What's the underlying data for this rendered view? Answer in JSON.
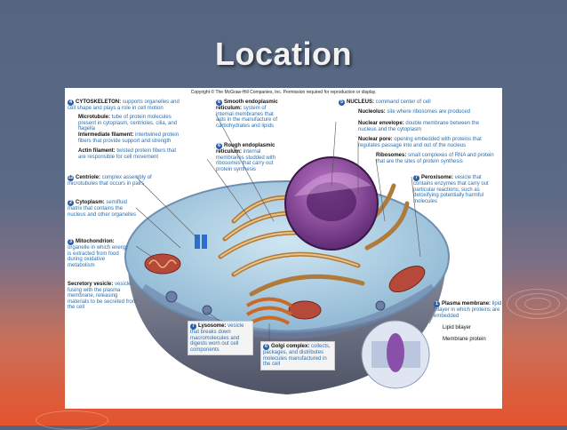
{
  "slide": {
    "title": "Location"
  },
  "figure": {
    "copyright": "Copyright © The McGraw-Hill Companies, Inc. Permission required for reproduction or display.",
    "labels": [
      {
        "id": "cytoskeleton",
        "num": "4",
        "name": "CYTOSKELETON:",
        "desc": "supports organelles and cell shape and plays a role in cell motion"
      },
      {
        "id": "microtubule",
        "num": "",
        "name": "Microtubule:",
        "desc": "tube of protein molecules present in cytoplasm, centrioles, cilia, and flagella"
      },
      {
        "id": "intermediate-filament",
        "num": "",
        "name": "Intermediate filament:",
        "desc": "intertwined protein fibers that provide support and strength"
      },
      {
        "id": "actin-filament",
        "num": "",
        "name": "Actin filament:",
        "desc": "twisted protein fibers that are responsible for cell movement"
      },
      {
        "id": "centriole",
        "num": "12",
        "name": "Centriole:",
        "desc": "complex assembly of microtubules that occurs in pairs"
      },
      {
        "id": "cytoplasm",
        "num": "2",
        "name": "Cytoplasm:",
        "desc": "semifluid matrix that contains the nucleus and other organelles"
      },
      {
        "id": "mitochondrion",
        "num": "3",
        "name": "Mitochondrion:",
        "desc": "organelle in which energy is extracted from food during oxidative metabolism"
      },
      {
        "id": "secretory-vesicle",
        "num": "",
        "name": "Secretory vesicle:",
        "desc": "vesicle fusing with the plasma membrane, releasing materials to be secreted from the cell"
      },
      {
        "id": "smooth-er",
        "num": "6",
        "name": "Smooth endoplasmic reticulum:",
        "desc": "system of internal membranes that aids in the manufacture of carbohydrates and lipids"
      },
      {
        "id": "rough-er",
        "num": "6",
        "name": "Rough endoplasmic reticulum:",
        "desc": "internal membranes studded with ribosomes that carry out protein synthesis"
      },
      {
        "id": "nucleus",
        "num": "5",
        "name": "NUCLEUS:",
        "desc": "command center of cell"
      },
      {
        "id": "nucleolus",
        "num": "",
        "name": "Nucleolus:",
        "desc": "site where ribosomes are produced"
      },
      {
        "id": "nuclear-envelope",
        "num": "",
        "name": "Nuclear envelope:",
        "desc": "double membrane between the nucleus and the cytoplasm"
      },
      {
        "id": "nuclear-pore",
        "num": "",
        "name": "Nuclear pore:",
        "desc": "opening embedded with proteins that regulates passage into and out of the nucleus"
      },
      {
        "id": "ribosomes",
        "num": "",
        "name": "Ribosomes:",
        "desc": "small complexes of RNA and protein that are the sites of protein synthesis"
      },
      {
        "id": "peroxisome",
        "num": "7",
        "name": "Peroxisome:",
        "desc": "vesicle that contains enzymes that carry out particular reactions, such as detoxifying potentially harmful molecules"
      },
      {
        "id": "plasma-membrane",
        "num": "1",
        "name": "Plasma membrane:",
        "desc": "lipid bilayer in which proteins are embedded"
      },
      {
        "id": "lipid-bilayer",
        "num": "",
        "name": "Lipid bilayer",
        "desc": ""
      },
      {
        "id": "membrane-protein",
        "num": "",
        "name": "Membrane protein",
        "desc": ""
      },
      {
        "id": "lysosome",
        "num": "7",
        "name": "Lysosome:",
        "desc": "vesicle that breaks down macromolecules and digests worn out cell components"
      },
      {
        "id": "golgi-complex",
        "num": "6",
        "name": "Golgi complex:",
        "desc": "collects, packages, and distributes molecules manufactured in the cell"
      }
    ]
  }
}
